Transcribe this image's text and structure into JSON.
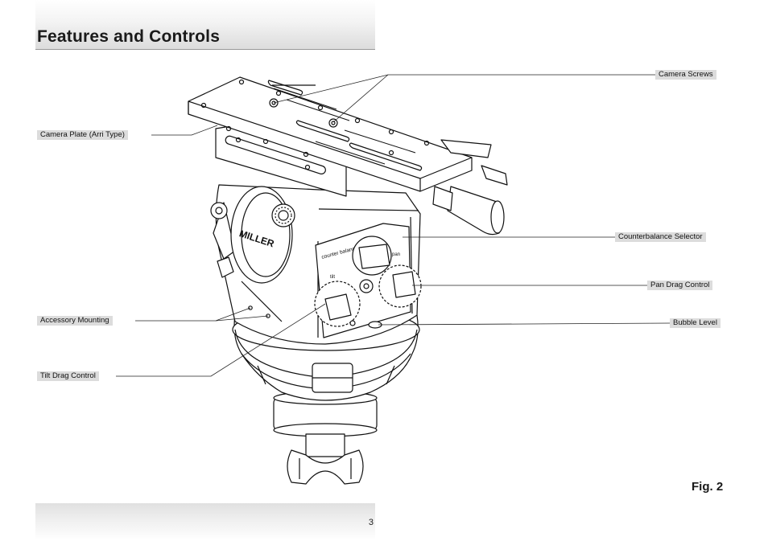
{
  "page": {
    "title": "Features and Controls",
    "page_number": "3",
    "figure_label": "Fig. 2"
  },
  "callouts": {
    "camera_screws": "Camera Screws",
    "camera_plate": "Camera Plate (Arri Type)",
    "counterbalance_selector": "Counterbalance Selector",
    "pan_drag_control": "Pan Drag Control",
    "accessory_mounting": "Accessory Mounting",
    "bubble_level": "Bubble Level",
    "tilt_drag_control": "Tilt Drag Control"
  },
  "illustration": {
    "brand_text": "MILLER",
    "counterbalance_text": "counter balance",
    "tilt_text": "tilt",
    "pan_text": "pan"
  }
}
